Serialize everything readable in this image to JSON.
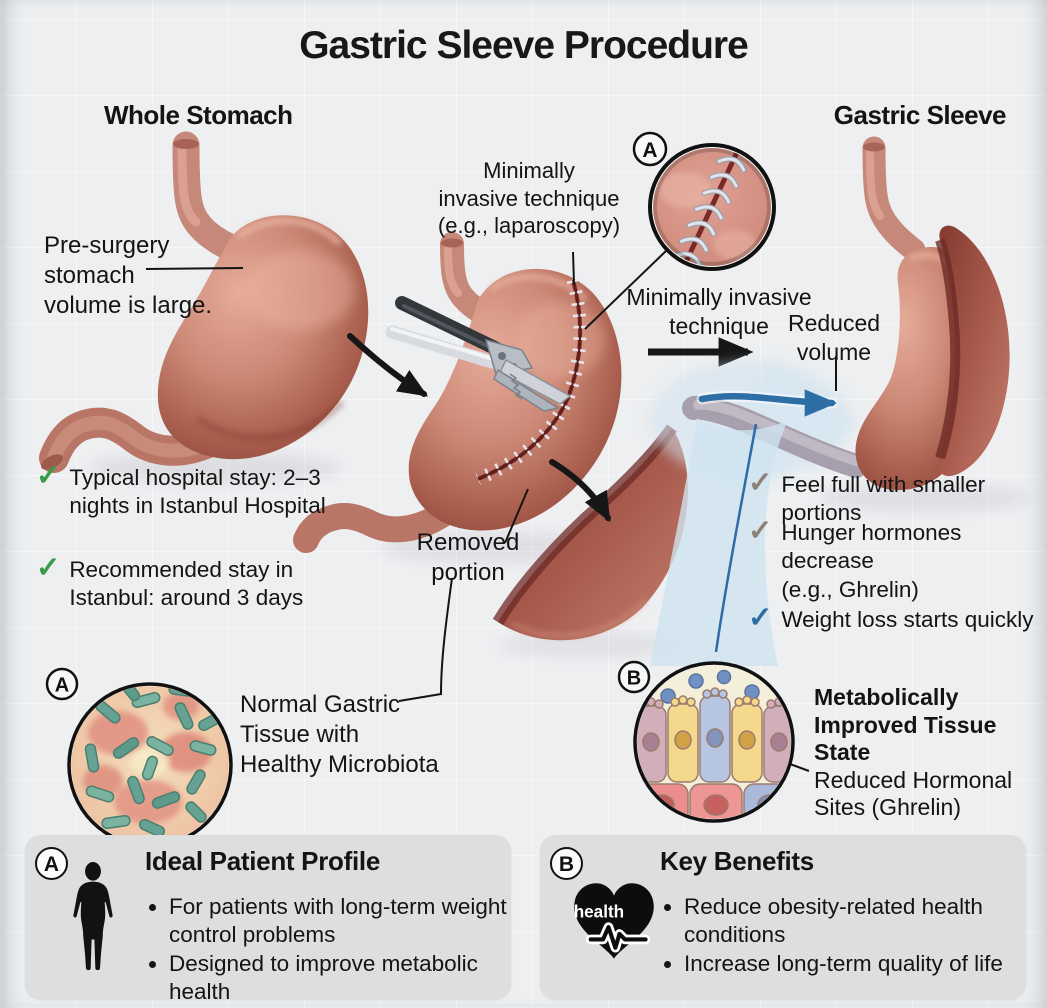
{
  "title": "Gastric Sleeve Procedure",
  "left": {
    "heading": "Whole Stomach",
    "annotation": "Pre-surgery\nstomach\nvolume is large.",
    "checklist": [
      {
        "text": "Typical hospital stay: 2–3\nnights in Istanbul Hospital",
        "check_color": "#3a9a47"
      },
      {
        "text": "Recommended stay in\nIstanbul: around 3 days",
        "check_color": "#3a9a47"
      }
    ]
  },
  "middle": {
    "technique_label": "Minimally\ninvasive technique\n(e.g., laparoscopy)",
    "inset_badge": "A",
    "inset_caption": "Minimally invasive\ntechnique",
    "removed_label": "Removed\nportion"
  },
  "right": {
    "heading": "Gastric Sleeve",
    "reduced_label": "Reduced\nvolume",
    "checklist": [
      {
        "text": "Feel full with smaller portions",
        "check_color": "#8d8177"
      },
      {
        "text": "Hunger hormones decrease\n(e.g., Ghrelin)",
        "check_color": "#8d8177"
      },
      {
        "text": "Weight loss starts quickly",
        "check_color": "#2e6da4"
      }
    ]
  },
  "microbiota": {
    "badge": "A",
    "label": "Normal Gastric\nTissue with\nHealthy Microbiota"
  },
  "tissue": {
    "badge": "B",
    "label_bold": "Metabolically\nImproved Tissue\nState",
    "label_regular": "Reduced Hormonal\nSites (Ghrelin)"
  },
  "cards": [
    {
      "badge": "A",
      "title": "Ideal Patient Profile",
      "icon": "person-icon",
      "bullets": [
        "For patients with long-term weight\ncontrol problems",
        "Designed to improve metabolic health"
      ]
    },
    {
      "badge": "B",
      "title": "Key Benefits",
      "icon": "heart-health-icon",
      "icon_text": "health",
      "bullets": [
        "Reduce obesity-related health\nconditions",
        "Increase long-term quality of life"
      ]
    }
  ],
  "colors": {
    "background": "#edeff1",
    "card_background": "#dcdee0",
    "text": "#141414",
    "stomach_main": "#c5806f",
    "stomach_highlight": "#e2a493",
    "stomach_shadow": "#8d4a3c",
    "staple_line": "#6e2520",
    "check_green": "#3a9a47",
    "check_taupe": "#8d8177",
    "check_blue": "#2e6da4",
    "flow_blue": "#2e6ea6",
    "funnel_blue": "#cfe3f0",
    "arrow_black": "#161616"
  }
}
